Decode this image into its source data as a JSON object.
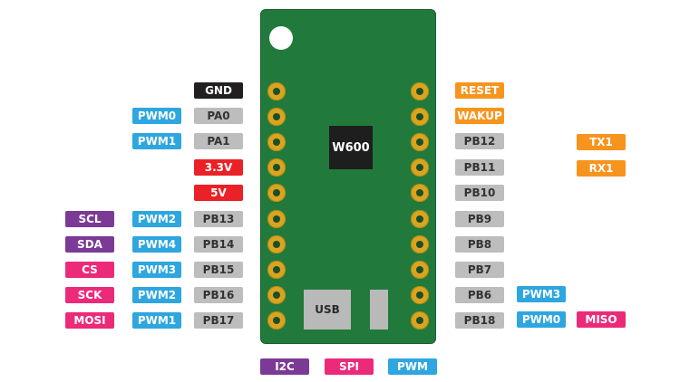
{
  "chip": {
    "label": "W600"
  },
  "usb": {
    "label": "USB"
  },
  "left_pins": [
    {
      "pin": "GND"
    },
    {
      "pin": "PA0"
    },
    {
      "pin": "PA1"
    },
    {
      "pin": "3.3V"
    },
    {
      "pin": "5V"
    },
    {
      "pin": "PB13"
    },
    {
      "pin": "PB14"
    },
    {
      "pin": "PB15"
    },
    {
      "pin": "PB16"
    },
    {
      "pin": "PB17"
    }
  ],
  "left_pwm": [
    "PWM0",
    "PWM1",
    "PWM2",
    "PWM4",
    "PWM3",
    "PWM2",
    "PWM1"
  ],
  "left_func": [
    "SCL",
    "SDA",
    "CS",
    "SCK",
    "MOSI"
  ],
  "right_pins": [
    {
      "pin": "RESET"
    },
    {
      "pin": "WAKUP"
    },
    {
      "pin": "PB12"
    },
    {
      "pin": "PB11"
    },
    {
      "pin": "PB10"
    },
    {
      "pin": "PB9"
    },
    {
      "pin": "PB8"
    },
    {
      "pin": "PB7"
    },
    {
      "pin": "PB6"
    },
    {
      "pin": "PB18"
    }
  ],
  "right_uart": [
    "TX1",
    "RX1"
  ],
  "right_pwm": [
    "PWM3",
    "PWM0"
  ],
  "right_func": [
    "MISO"
  ],
  "legend": [
    "I2C",
    "SPI",
    "PWM"
  ],
  "colors": {
    "board": "#217a3c",
    "pad": "#d9a520",
    "gpio": "#bdbdbd",
    "ground": "#231f20",
    "power": "#ea2127",
    "control": "#f7941e",
    "pwm": "#2ea6df",
    "i2c": "#7b3a96",
    "spi": "#ec2a7a"
  }
}
